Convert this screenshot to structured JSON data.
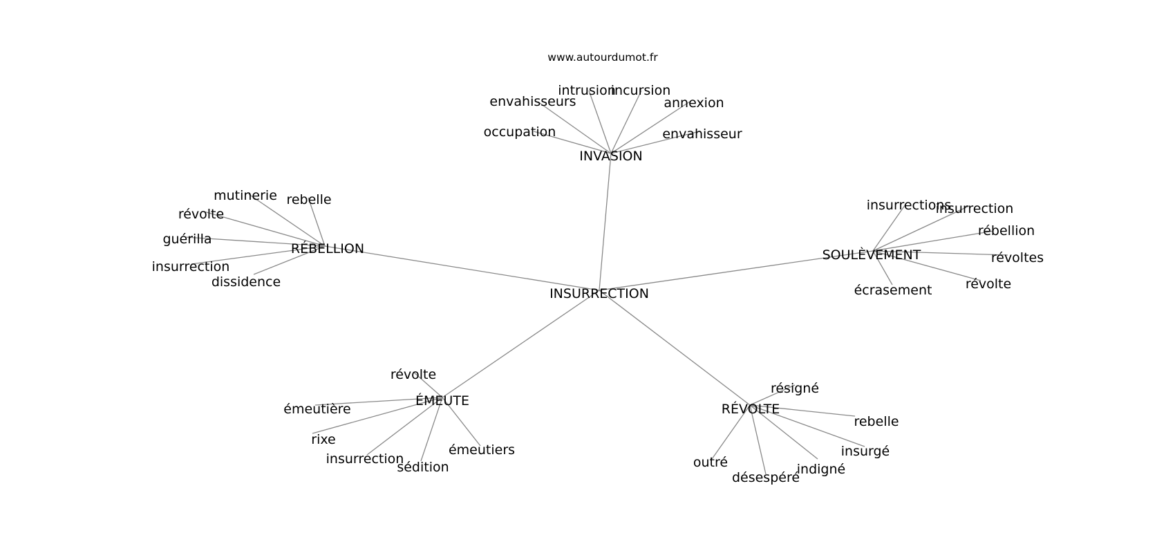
{
  "source": "www.autourdumot.fr",
  "center": "INSURRECTION",
  "clusters": [
    {
      "hub": "INVASION",
      "words": [
        "occupation",
        "envahisseurs",
        "intrusion",
        "incursion",
        "annexion",
        "envahisseur"
      ]
    },
    {
      "hub": "RÉBELLION",
      "words": [
        "mutinerie",
        "rebelle",
        "révolte",
        "guérilla",
        "insurrection",
        "dissidence"
      ]
    },
    {
      "hub": "SOULÈVEMENT",
      "words": [
        "insurrections",
        "insurrection",
        "rébellion",
        "révoltes",
        "révolte",
        "écrasement"
      ]
    },
    {
      "hub": "ÉMEUTE",
      "words": [
        "révolte",
        "émeutière",
        "rixe",
        "insurrection",
        "sédition",
        "émeutiers"
      ]
    },
    {
      "hub": "RÉVOLTE",
      "words": [
        "résigné",
        "rebelle",
        "insurgé",
        "indigné",
        "désespéré",
        "outré"
      ]
    }
  ]
}
